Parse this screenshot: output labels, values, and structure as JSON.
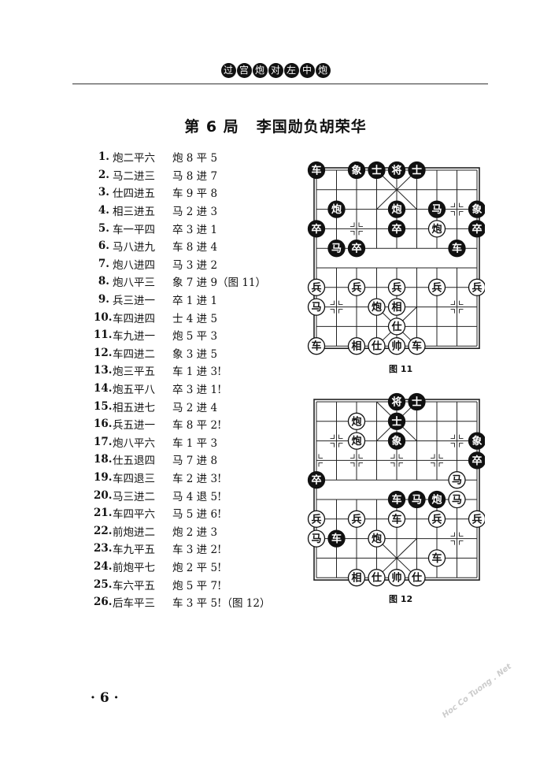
{
  "header": {
    "chars": [
      "过",
      "宫",
      "炮",
      "对",
      "左",
      "中",
      "炮"
    ]
  },
  "title": {
    "game": "第 6 局",
    "players": "李国勋负胡荣华"
  },
  "moves": [
    {
      "num": "1.",
      "red": "炮二平六",
      "black": "炮 8 平 5"
    },
    {
      "num": "2.",
      "red": "马二进三",
      "black": "马 8 进 7"
    },
    {
      "num": "3.",
      "red": "仕四进五",
      "black": "车 9 平 8"
    },
    {
      "num": "4.",
      "red": "相三进五",
      "black": "马 2 进 3"
    },
    {
      "num": "5.",
      "red": "车一平四",
      "black": "卒 3 进 1"
    },
    {
      "num": "6.",
      "red": "马八进九",
      "black": "车 8 进 4"
    },
    {
      "num": "7.",
      "red": "炮八进四",
      "black": "马 3 进 2"
    },
    {
      "num": "8.",
      "red": "炮八平三",
      "black": "象 7 进 9（图 11）"
    },
    {
      "num": "9.",
      "red": "兵三进一",
      "black": "卒 1 进 1"
    },
    {
      "num": "10.",
      "red": "车四进四",
      "black": "士 4 进 5"
    },
    {
      "num": "11.",
      "red": "车九进一",
      "black": "炮 5 平 3"
    },
    {
      "num": "12.",
      "red": "车四进二",
      "black": "象 3 进 5"
    },
    {
      "num": "13.",
      "red": "炮三平五",
      "black": "车 1 进 3!"
    },
    {
      "num": "14.",
      "red": "炮五平八",
      "black": "卒 3 进 1!"
    },
    {
      "num": "15.",
      "red": "相五进七",
      "black": "马 2 进 4"
    },
    {
      "num": "16.",
      "red": "兵五进一",
      "black": "车 8 平 2!"
    },
    {
      "num": "17.",
      "red": "炮八平六",
      "black": "车 1 平 3"
    },
    {
      "num": "18.",
      "red": "仕五退四",
      "black": "马 7 进 8"
    },
    {
      "num": "19.",
      "red": "车四退三",
      "black": "车 2 进 3!"
    },
    {
      "num": "20.",
      "red": "马三进二",
      "black": "马 4 退 5!"
    },
    {
      "num": "21.",
      "red": "车四平六",
      "black": "马 5 进 6!"
    },
    {
      "num": "22.",
      "red": "前炮进二",
      "black": "炮 2 进 3"
    },
    {
      "num": "23.",
      "red": "车九平五",
      "black": "车 3 进 2!"
    },
    {
      "num": "24.",
      "red": "前炮平七",
      "black": "炮 2 平 5!"
    },
    {
      "num": "25.",
      "red": "车六平五",
      "black": "炮 5 平 7!"
    },
    {
      "num": "26.",
      "red": "后车平三",
      "black": "车 3 平 5!（图 12）"
    }
  ],
  "figures": [
    {
      "caption": "图 11",
      "black_pieces": [
        {
          "label": "车",
          "file": 0,
          "rank": 0
        },
        {
          "label": "象",
          "file": 2,
          "rank": 0
        },
        {
          "label": "士",
          "file": 3,
          "rank": 0
        },
        {
          "label": "将",
          "file": 4,
          "rank": 0
        },
        {
          "label": "士",
          "file": 5,
          "rank": 0
        },
        {
          "label": "炮",
          "file": 1,
          "rank": 2
        },
        {
          "label": "炮",
          "file": 4,
          "rank": 2
        },
        {
          "label": "马",
          "file": 6,
          "rank": 2
        },
        {
          "label": "象",
          "file": 8,
          "rank": 2
        },
        {
          "label": "卒",
          "file": 0,
          "rank": 3
        },
        {
          "label": "卒",
          "file": 4,
          "rank": 3
        },
        {
          "label": "卒",
          "file": 8,
          "rank": 3
        },
        {
          "label": "马",
          "file": 1,
          "rank": 4
        },
        {
          "label": "卒",
          "file": 2,
          "rank": 4
        },
        {
          "label": "车",
          "file": 7,
          "rank": 4
        }
      ],
      "red_pieces": [
        {
          "label": "炮",
          "file": 6,
          "rank": 3
        },
        {
          "label": "兵",
          "file": 0,
          "rank": 6
        },
        {
          "label": "兵",
          "file": 2,
          "rank": 6
        },
        {
          "label": "兵",
          "file": 4,
          "rank": 6
        },
        {
          "label": "兵",
          "file": 6,
          "rank": 6
        },
        {
          "label": "兵",
          "file": 8,
          "rank": 6
        },
        {
          "label": "马",
          "file": 0,
          "rank": 7
        },
        {
          "label": "炮",
          "file": 3,
          "rank": 7
        },
        {
          "label": "相",
          "file": 4,
          "rank": 7
        },
        {
          "label": "仕",
          "file": 4,
          "rank": 8
        },
        {
          "label": "车",
          "file": 0,
          "rank": 9
        },
        {
          "label": "相",
          "file": 2,
          "rank": 9
        },
        {
          "label": "仕",
          "file": 3,
          "rank": 9
        },
        {
          "label": "帅",
          "file": 4,
          "rank": 9
        },
        {
          "label": "车",
          "file": 5,
          "rank": 9
        }
      ]
    },
    {
      "caption": "图 12",
      "black_pieces": [
        {
          "label": "将",
          "file": 4,
          "rank": 0
        },
        {
          "label": "士",
          "file": 5,
          "rank": 0
        },
        {
          "label": "士",
          "file": 4,
          "rank": 1
        },
        {
          "label": "象",
          "file": 4,
          "rank": 2
        },
        {
          "label": "象",
          "file": 8,
          "rank": 2
        },
        {
          "label": "卒",
          "file": 8,
          "rank": 3
        },
        {
          "label": "卒",
          "file": 0,
          "rank": 4
        },
        {
          "label": "车",
          "file": 4,
          "rank": 5
        },
        {
          "label": "马",
          "file": 5,
          "rank": 5
        },
        {
          "label": "炮",
          "file": 6,
          "rank": 5
        },
        {
          "label": "车",
          "file": 1,
          "rank": 7
        }
      ],
      "red_pieces": [
        {
          "label": "炮",
          "file": 2,
          "rank": 1
        },
        {
          "label": "炮",
          "file": 2,
          "rank": 2
        },
        {
          "label": "马",
          "file": 7,
          "rank": 4
        },
        {
          "label": "马",
          "file": 7,
          "rank": 5
        },
        {
          "label": "兵",
          "file": 0,
          "rank": 6
        },
        {
          "label": "兵",
          "file": 2,
          "rank": 6
        },
        {
          "label": "车",
          "file": 4,
          "rank": 6
        },
        {
          "label": "兵",
          "file": 6,
          "rank": 6
        },
        {
          "label": "兵",
          "file": 8,
          "rank": 6
        },
        {
          "label": "马",
          "file": 0,
          "rank": 7
        },
        {
          "label": "炮",
          "file": 3,
          "rank": 7
        },
        {
          "label": "车",
          "file": 6,
          "rank": 8
        },
        {
          "label": "相",
          "file": 2,
          "rank": 9
        },
        {
          "label": "仕",
          "file": 3,
          "rank": 9
        },
        {
          "label": "帅",
          "file": 4,
          "rank": 9
        },
        {
          "label": "仕",
          "file": 5,
          "rank": 9
        }
      ]
    }
  ],
  "page_number": "· 6 ·",
  "watermark": "Hoc Co Tuong . Net"
}
